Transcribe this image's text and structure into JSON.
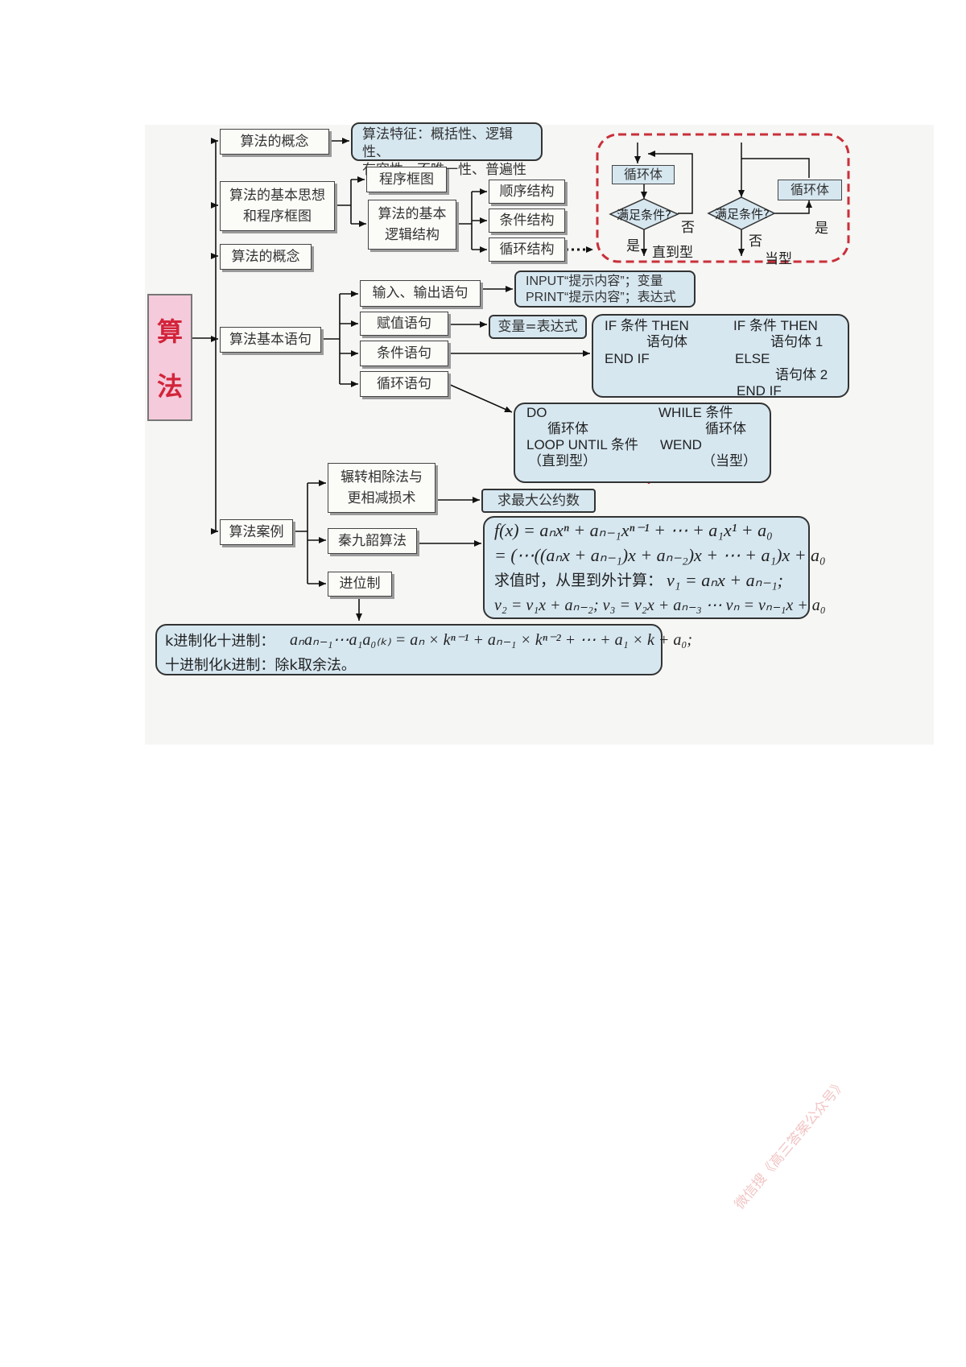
{
  "root": {
    "chars": [
      "算",
      "法"
    ]
  },
  "nodes": {
    "concept1": "算法的概念",
    "features_line1": "算法特征：概括性、逻辑性、",
    "features_line2": "有穷性、不唯一性、普遍性",
    "basic_idea_line1": "算法的基本思想",
    "basic_idea_line2": "和程序框图",
    "flowchart": "程序框图",
    "logic_line1": "算法的基本",
    "logic_line2": "逻辑结构",
    "sequence": "顺序结构",
    "conditional": "条件结构",
    "loop_structure": "循环结构",
    "concept2": "算法的概念",
    "basic_statements": "算法基本语句",
    "io_statement": "输入、输出语句",
    "assign_statement": "赋值语句",
    "cond_statement": "条件语句",
    "loop_statement": "循环语句",
    "cases": "算法案例",
    "euclid_line1": "辗转相除法与",
    "euclid_line2": "更相减损术",
    "gcd": "求最大公约数",
    "qin": "秦九韶算法",
    "base": "进位制"
  },
  "loop_diagram": {
    "loop_body": "循环体",
    "condition": "满足条件?",
    "no": "否",
    "yes": "是",
    "until_type": "直到型",
    "while_type": "当型"
  },
  "io_code": {
    "line1": "INPUT“提示内容”；变量",
    "line2": "PRINT“提示内容”；表达式"
  },
  "assign_code": "变量=表达式",
  "if_code": {
    "left": [
      "IF 条件 THEN",
      "语句体",
      "END IF"
    ],
    "right": [
      "IF 条件 THEN",
      "语句体 1",
      "ELSE",
      "语句体 2",
      "END IF"
    ]
  },
  "loop_code": {
    "left": [
      "DO",
      "循环体",
      "LOOP UNTIL 条件",
      "（直到型）"
    ],
    "right": [
      "WHILE 条件",
      "循环体",
      "WEND",
      "（当型）"
    ]
  },
  "qin_formula": {
    "line1": "f(x) = aₙxⁿ + aₙ₋₁xⁿ⁻¹ + ⋯ + a₁x¹ + a₀",
    "line2": "= (⋯((aₙx + aₙ₋₁)x + aₙ₋₂)x + ⋯ + a₁)x + a₀",
    "line3_text": "求值时，从里到外计算：",
    "line3_math": "v₁ = aₙx + aₙ₋₁;",
    "line4": "v₂ = v₁x + aₙ₋₂; v₃ = v₂x + aₙ₋₃ ⋯ vₙ = vₙ₋₁x + a₀"
  },
  "base_formula": {
    "line1_text": "k进制化十进制：",
    "line1_math": "aₙaₙ₋₁⋯a₁a₀₍ₖ₎ = aₙ × kⁿ⁻¹ + aₙ₋₁ × kⁿ⁻² + ⋯ + a₁ × k + a₀;",
    "line2": "十进制化k进制：除k取余法。"
  },
  "watermark": "微信搜《高三答案公众号》",
  "colors": {
    "root_fill": "#f5cadb",
    "root_text": "#d2243a",
    "box_blue": "#d6e7f0",
    "dashed_red": "#c9303a"
  }
}
